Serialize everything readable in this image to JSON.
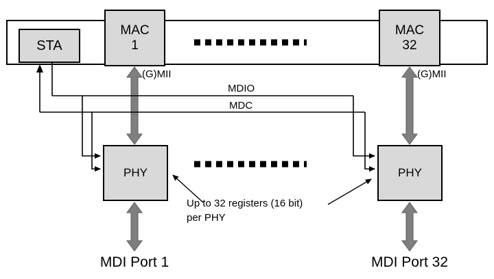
{
  "diagram": {
    "boxes": {
      "sta": {
        "label": "STA"
      },
      "mac1": {
        "line1": "MAC",
        "line2": "1"
      },
      "mac32": {
        "line1": "MAC",
        "line2": "32"
      },
      "phy1": {
        "label": "PHY"
      },
      "phy32": {
        "label": "PHY"
      }
    },
    "bus_labels": {
      "gmii_left": "(G)MII",
      "gmii_right": "(G)MII",
      "mdio": "MDIO",
      "mdc": "MDC"
    },
    "annotation": {
      "line1": "Up to 32 registers (16 bit)",
      "line2": "per PHY"
    },
    "ports": {
      "mdi_port_1": "MDI Port 1",
      "mdi_port_32": "MDI Port 32"
    },
    "colors": {
      "box_fill": "#d9d9d9",
      "box_border": "#000000",
      "thick_arrow": "#7f7f7f",
      "line": "#000000",
      "background": "#ffffff"
    }
  }
}
